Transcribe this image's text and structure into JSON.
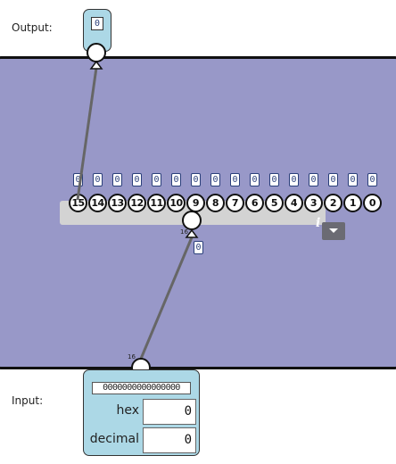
{
  "labels": {
    "output": "Output:",
    "input": "Input:"
  },
  "output": {
    "value": "0"
  },
  "splitter": {
    "bits": [
      "15",
      "14",
      "13",
      "12",
      "11",
      "10",
      "9",
      "8",
      "7",
      "6",
      "5",
      "4",
      "3",
      "2",
      "1",
      "0"
    ],
    "bit_values": [
      "0",
      "0",
      "0",
      "0",
      "0",
      "0",
      "0",
      "0",
      "0",
      "0",
      "0",
      "0",
      "0",
      "0",
      "0",
      "0"
    ],
    "info_icon": "i",
    "bus_width_top": "16",
    "bus_width_bottom": "16",
    "wire_value": "0"
  },
  "input": {
    "binary": "0000000000000000",
    "hex_label": "hex",
    "hex_value": "0",
    "decimal_label": "decimal",
    "decimal_value": "0"
  },
  "colors": {
    "panel": "#9898c8",
    "io_box": "#acd8e6",
    "bar": "#d3d3d3",
    "wire": "#666666"
  },
  "icons": {
    "dropdown": "chevron-down-icon",
    "info": "info-icon"
  }
}
